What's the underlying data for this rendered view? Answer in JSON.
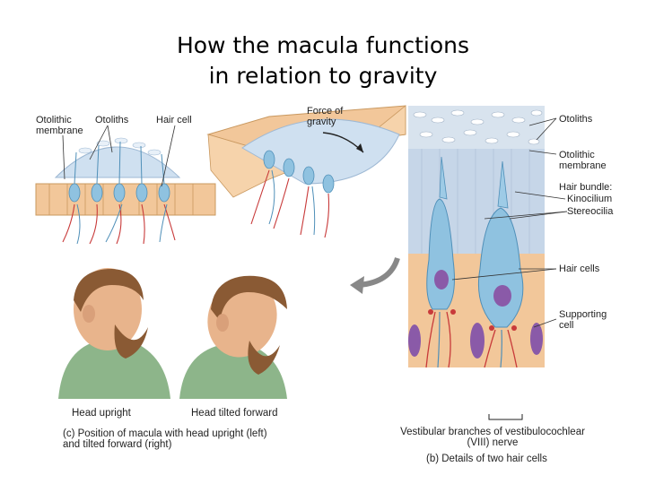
{
  "title": {
    "line1": "How the macula functions",
    "line2": "in relation to gravity"
  },
  "panel_c": {
    "labels": {
      "otolithic_membrane_1": "Otolithic",
      "otolithic_membrane_2": "membrane",
      "otoliths": "Otoliths",
      "hair_cell": "Hair cell",
      "force_1": "Force of",
      "force_2": "gravity",
      "head_upright": "Head upright",
      "head_tilted": "Head tilted forward"
    },
    "caption_1": "(c) Position of macula with head upright (left)",
    "caption_2": "and tilted forward (right)"
  },
  "panel_b": {
    "labels": {
      "otoliths": "Otoliths",
      "otolithic_membrane_1": "Otolithic",
      "otolithic_membrane_2": "membrane",
      "hair_bundle": "Hair bundle:",
      "kinocilium": "Kinocilium",
      "stereocilia": "Stereocilia",
      "hair_cells": "Hair cells",
      "supporting_1": "Supporting",
      "supporting_2": "cell",
      "nerve_1": "Vestibular branches of vestibulocochlear",
      "nerve_2": "(VIII) nerve"
    },
    "caption": "(b) Details of two hair cells"
  },
  "colors": {
    "epithelium": "#f2c79a",
    "hair_cell": "#8fc2e0",
    "nerve_red": "#c83a3a",
    "membrane": "#cfe0f0",
    "supporting_nucleus": "#8a5aa8",
    "skin": "#e8b48c",
    "hair": "#8a5a34",
    "shirt": "#8db58a"
  }
}
